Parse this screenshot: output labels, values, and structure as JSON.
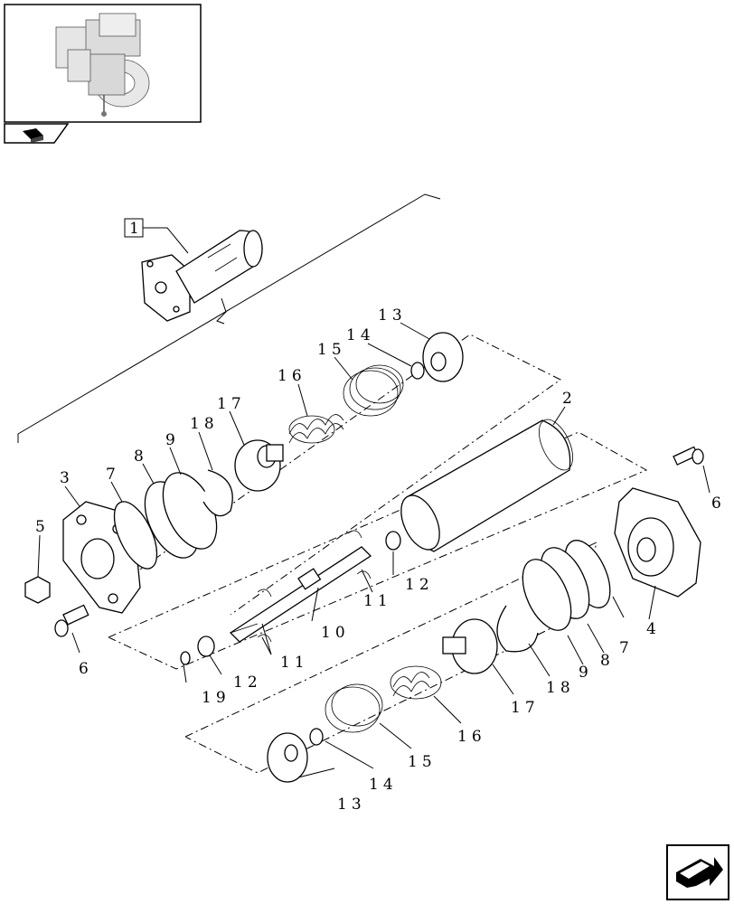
{
  "header": {
    "thumbnail": "pump-assembly-thumbnail",
    "nav_icon": "parts-catalog-icon"
  },
  "reference_label": "1",
  "callouts": {
    "c2": "2",
    "c3": "3",
    "c4": "4",
    "c5": "5",
    "c6a": "6",
    "c6b": "6",
    "c7a": "7",
    "c7b": "7",
    "c8a": "8",
    "c8b": "8",
    "c9a": "9",
    "c9b": "9",
    "c10": "10",
    "c11a": "11",
    "c11b": "11",
    "c12a": "12",
    "c12b": "12",
    "c13a": "13",
    "c13b": "13",
    "c14a": "14",
    "c14b": "14",
    "c15a": "15",
    "c15b": "15",
    "c16a": "16",
    "c16b": "16",
    "c17a": "17",
    "c17b": "17",
    "c18a": "18",
    "c18b": "18",
    "c19": "19"
  },
  "footer": {
    "next_icon": "next-page-arrow-icon"
  }
}
